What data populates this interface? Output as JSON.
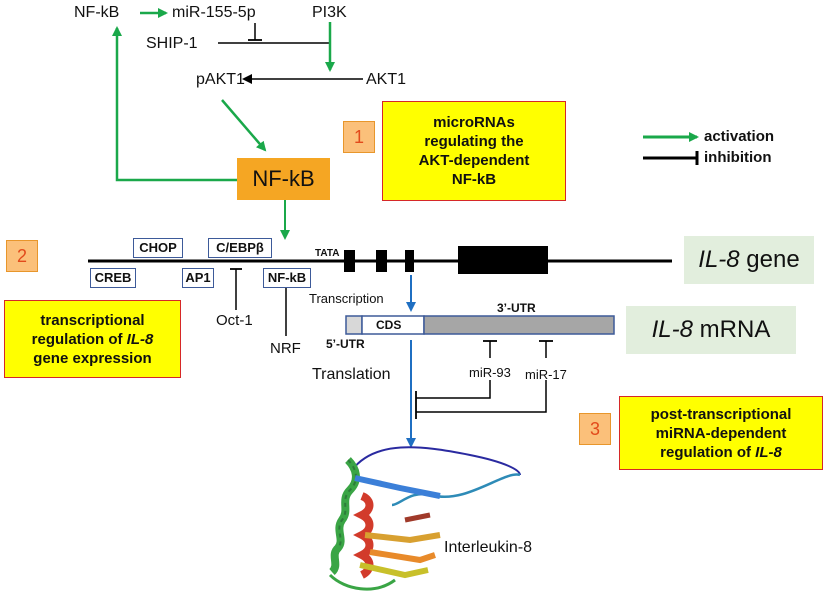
{
  "signaling": {
    "nfkb_top": "NF-kB",
    "mir155": "miR-155-5p",
    "pi3k": "PI3K",
    "ship1": "SHIP-1",
    "pakt1": "pAKT1",
    "akt1": "AKT1",
    "nfkb_main": "NF-kB"
  },
  "callouts": [
    {
      "number": "1",
      "text_lines": [
        "microRNAs",
        "regulating the",
        "AKT-dependent",
        "NF-kB"
      ]
    },
    {
      "number": "2",
      "text_lines": [
        "transcriptional",
        "regulation of ",
        "IL-8",
        "gene expression"
      ]
    },
    {
      "number": "3",
      "text_lines": [
        "post-transcriptional",
        "miRNA-dependent",
        "regulation of ",
        "IL-8"
      ]
    }
  ],
  "legend": {
    "activation": "activation",
    "inhibition": "inhibition",
    "activation_color": "#1aa84a",
    "inhibition_color": "#000000"
  },
  "gene": {
    "tf_boxes": [
      "CHOP",
      "C/EBPβ",
      "CREB",
      "AP1",
      "NF-kB"
    ],
    "tata": "TATA",
    "oct1": "Oct-1",
    "nrf": "NRF",
    "label_italic": "IL-8",
    "label_rest": " gene"
  },
  "mrna": {
    "transcription": "Transcription",
    "utr3": "3’-UTR",
    "cds": "CDS",
    "utr5": "5’-UTR",
    "label_italic": "IL-8",
    "label_rest": " mRNA",
    "translation": "Translation",
    "mir93": "miR-93",
    "mir17": "miR-17"
  },
  "protein": {
    "label": "Interleukin-8"
  }
}
